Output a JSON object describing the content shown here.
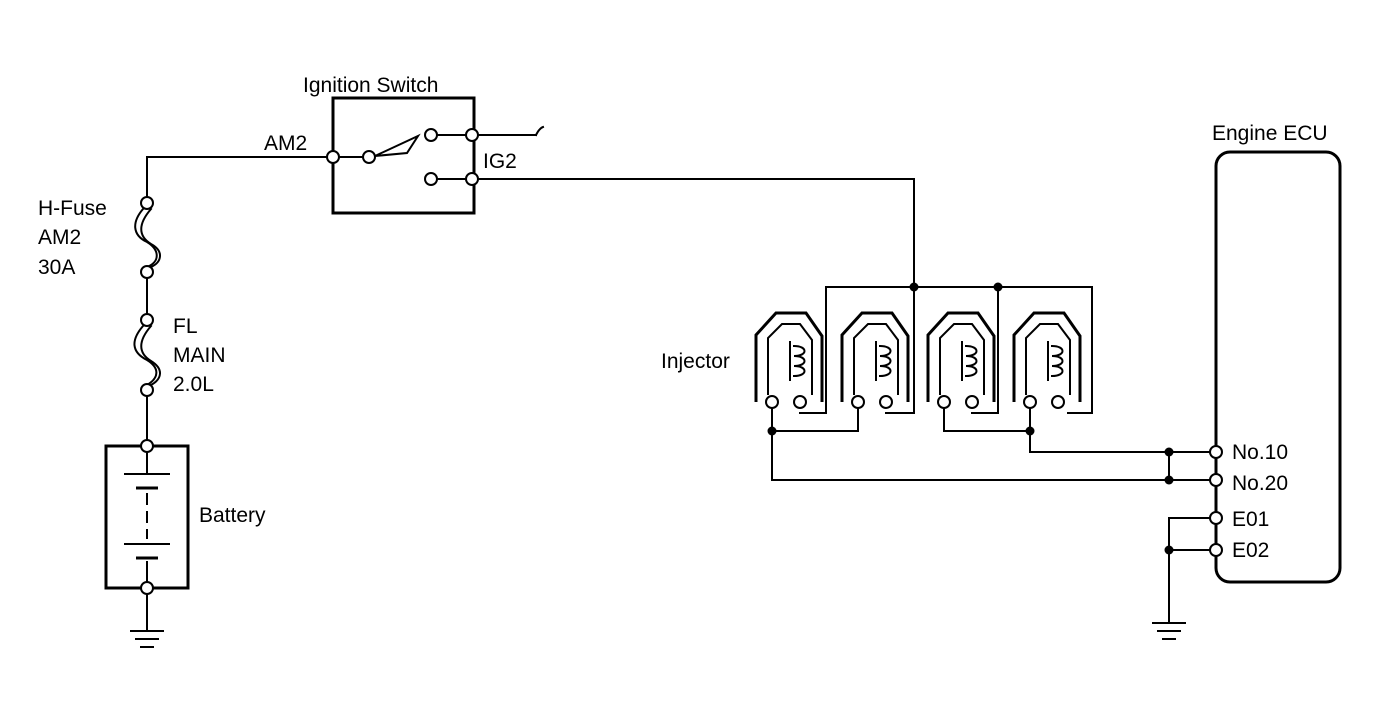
{
  "labels": {
    "ignition_switch": "Ignition Switch",
    "am2_terminal": "AM2",
    "ig2_terminal": "IG2",
    "hfuse_line1": "H-Fuse",
    "hfuse_line2": "AM2",
    "hfuse_line3": "30A",
    "fl_line1": "FL",
    "fl_line2": "MAIN",
    "fl_line3": "2.0L",
    "battery": "Battery",
    "injector": "Injector",
    "engine_ecu": "Engine ECU",
    "ecu_no10": "No.10",
    "ecu_no20": "No.20",
    "ecu_e01": "E01",
    "ecu_e02": "E02"
  },
  "colors": {
    "line": "#000000",
    "background": "#ffffff"
  }
}
